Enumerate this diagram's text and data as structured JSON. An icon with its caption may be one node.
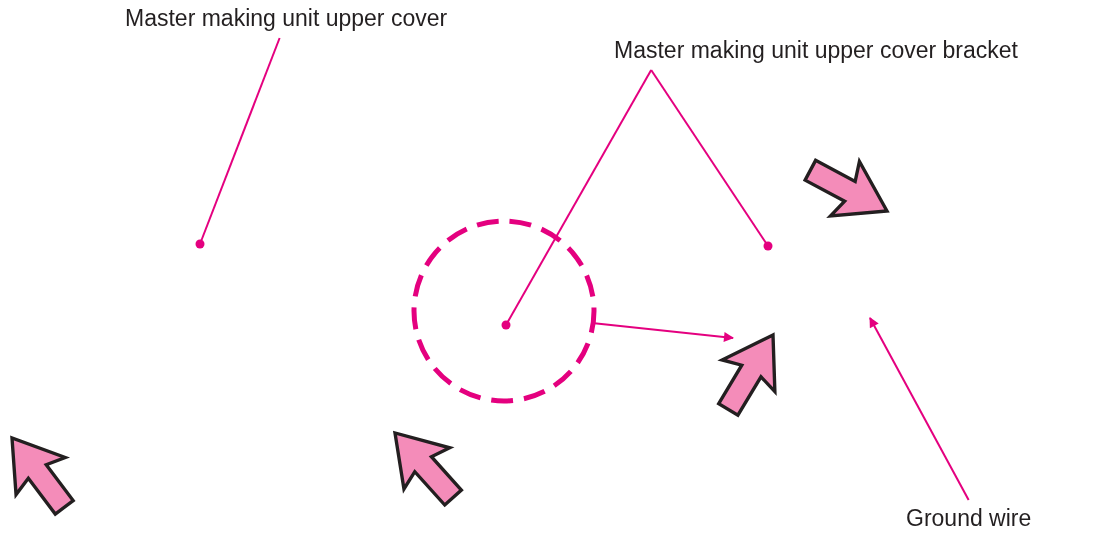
{
  "diagram": {
    "nodes": [
      {
        "text": [
          "Master making unit upper cover"
        ]
      },
      {
        "text": [
          "Master making unit upper cover bracket"
        ]
      },
      {
        "text": [],
        "shape": "circle"
      },
      {
        "text": [
          "Ground wire"
        ]
      }
    ],
    "edges": [
      {
        "from": 0,
        "to": null,
        "arrow": "other"
      },
      {
        "from": 1,
        "to": 2,
        "arrow": "other"
      },
      {
        "from": 1,
        "to": null,
        "arrow": "other"
      },
      {
        "from": 2,
        "to": null,
        "arrow": "to"
      },
      {
        "from": 3,
        "to": null,
        "arrow": "to"
      }
    ]
  }
}
